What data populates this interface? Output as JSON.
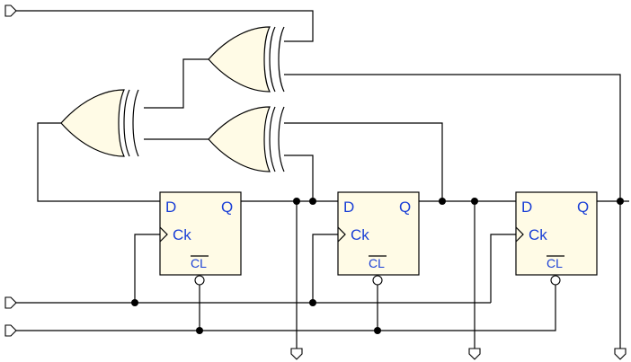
{
  "flip_flops": [
    {
      "id": "ff1",
      "d_label": "D",
      "q_label": "Q",
      "clk_label": "Ck",
      "clear_label": "CL"
    },
    {
      "id": "ff2",
      "d_label": "D",
      "q_label": "Q",
      "clk_label": "Ck",
      "clear_label": "CL"
    },
    {
      "id": "ff3",
      "d_label": "D",
      "q_label": "Q",
      "clk_label": "Ck",
      "clear_label": "CL"
    }
  ],
  "gates": [
    {
      "id": "xor-top",
      "type": "XOR"
    },
    {
      "id": "xor-left",
      "type": "XOR"
    },
    {
      "id": "xor-middle",
      "type": "XOR"
    }
  ],
  "colors": {
    "component_fill": "#fffbe6",
    "label_color": "#1a3fd6",
    "wire_color": "#000000"
  }
}
